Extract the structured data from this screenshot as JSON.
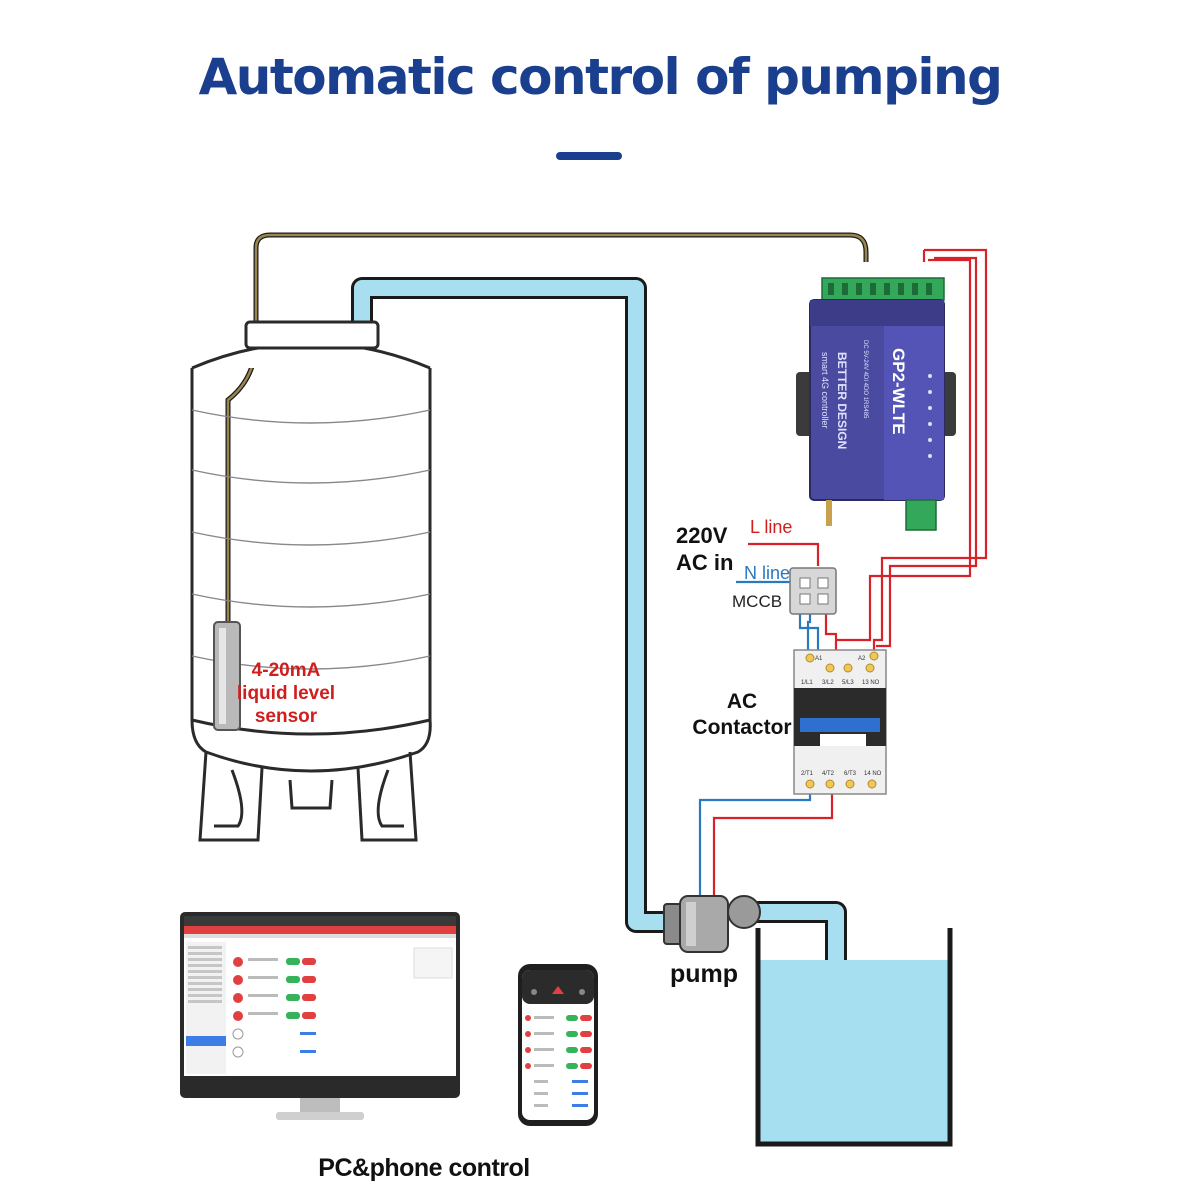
{
  "title": "Automatic control of pumping",
  "device": {
    "model": "GP2-WLTE",
    "brand": "BETTER DESIGN",
    "subtitle": "smart 4G controller",
    "detail": "DC 5V-24V 4DI 4DO 1RS485"
  },
  "power": {
    "voltage": "220V",
    "ac_in": "AC in",
    "l_line": "L line",
    "n_line": "N line",
    "breaker": "MCCB"
  },
  "contactor": {
    "label_line1": "AC",
    "label_line2": "Contactor",
    "top_terminals": [
      "A1",
      "1/L1",
      "3/L2",
      "5/L3",
      "13 NO",
      "A2"
    ],
    "bottom_terminals": [
      "2/T1",
      "4/T2",
      "6/T3",
      "14 NO"
    ]
  },
  "sensor": {
    "line1": "4-20mA",
    "line2": "liquid level",
    "line3": "sensor"
  },
  "pump_label": "pump",
  "control_label": "PC&phone control",
  "colors": {
    "title": "#1b3f8f",
    "pipe_fill": "#a7dff0",
    "water": "#a6dff0",
    "l_line": "#d8222a",
    "n_line": "#2a78c2",
    "sensor_wire": "#7c6a3a",
    "device_body": "#4a4aa0",
    "terminal": "#33a85a",
    "label_red": "#d01e1e"
  }
}
